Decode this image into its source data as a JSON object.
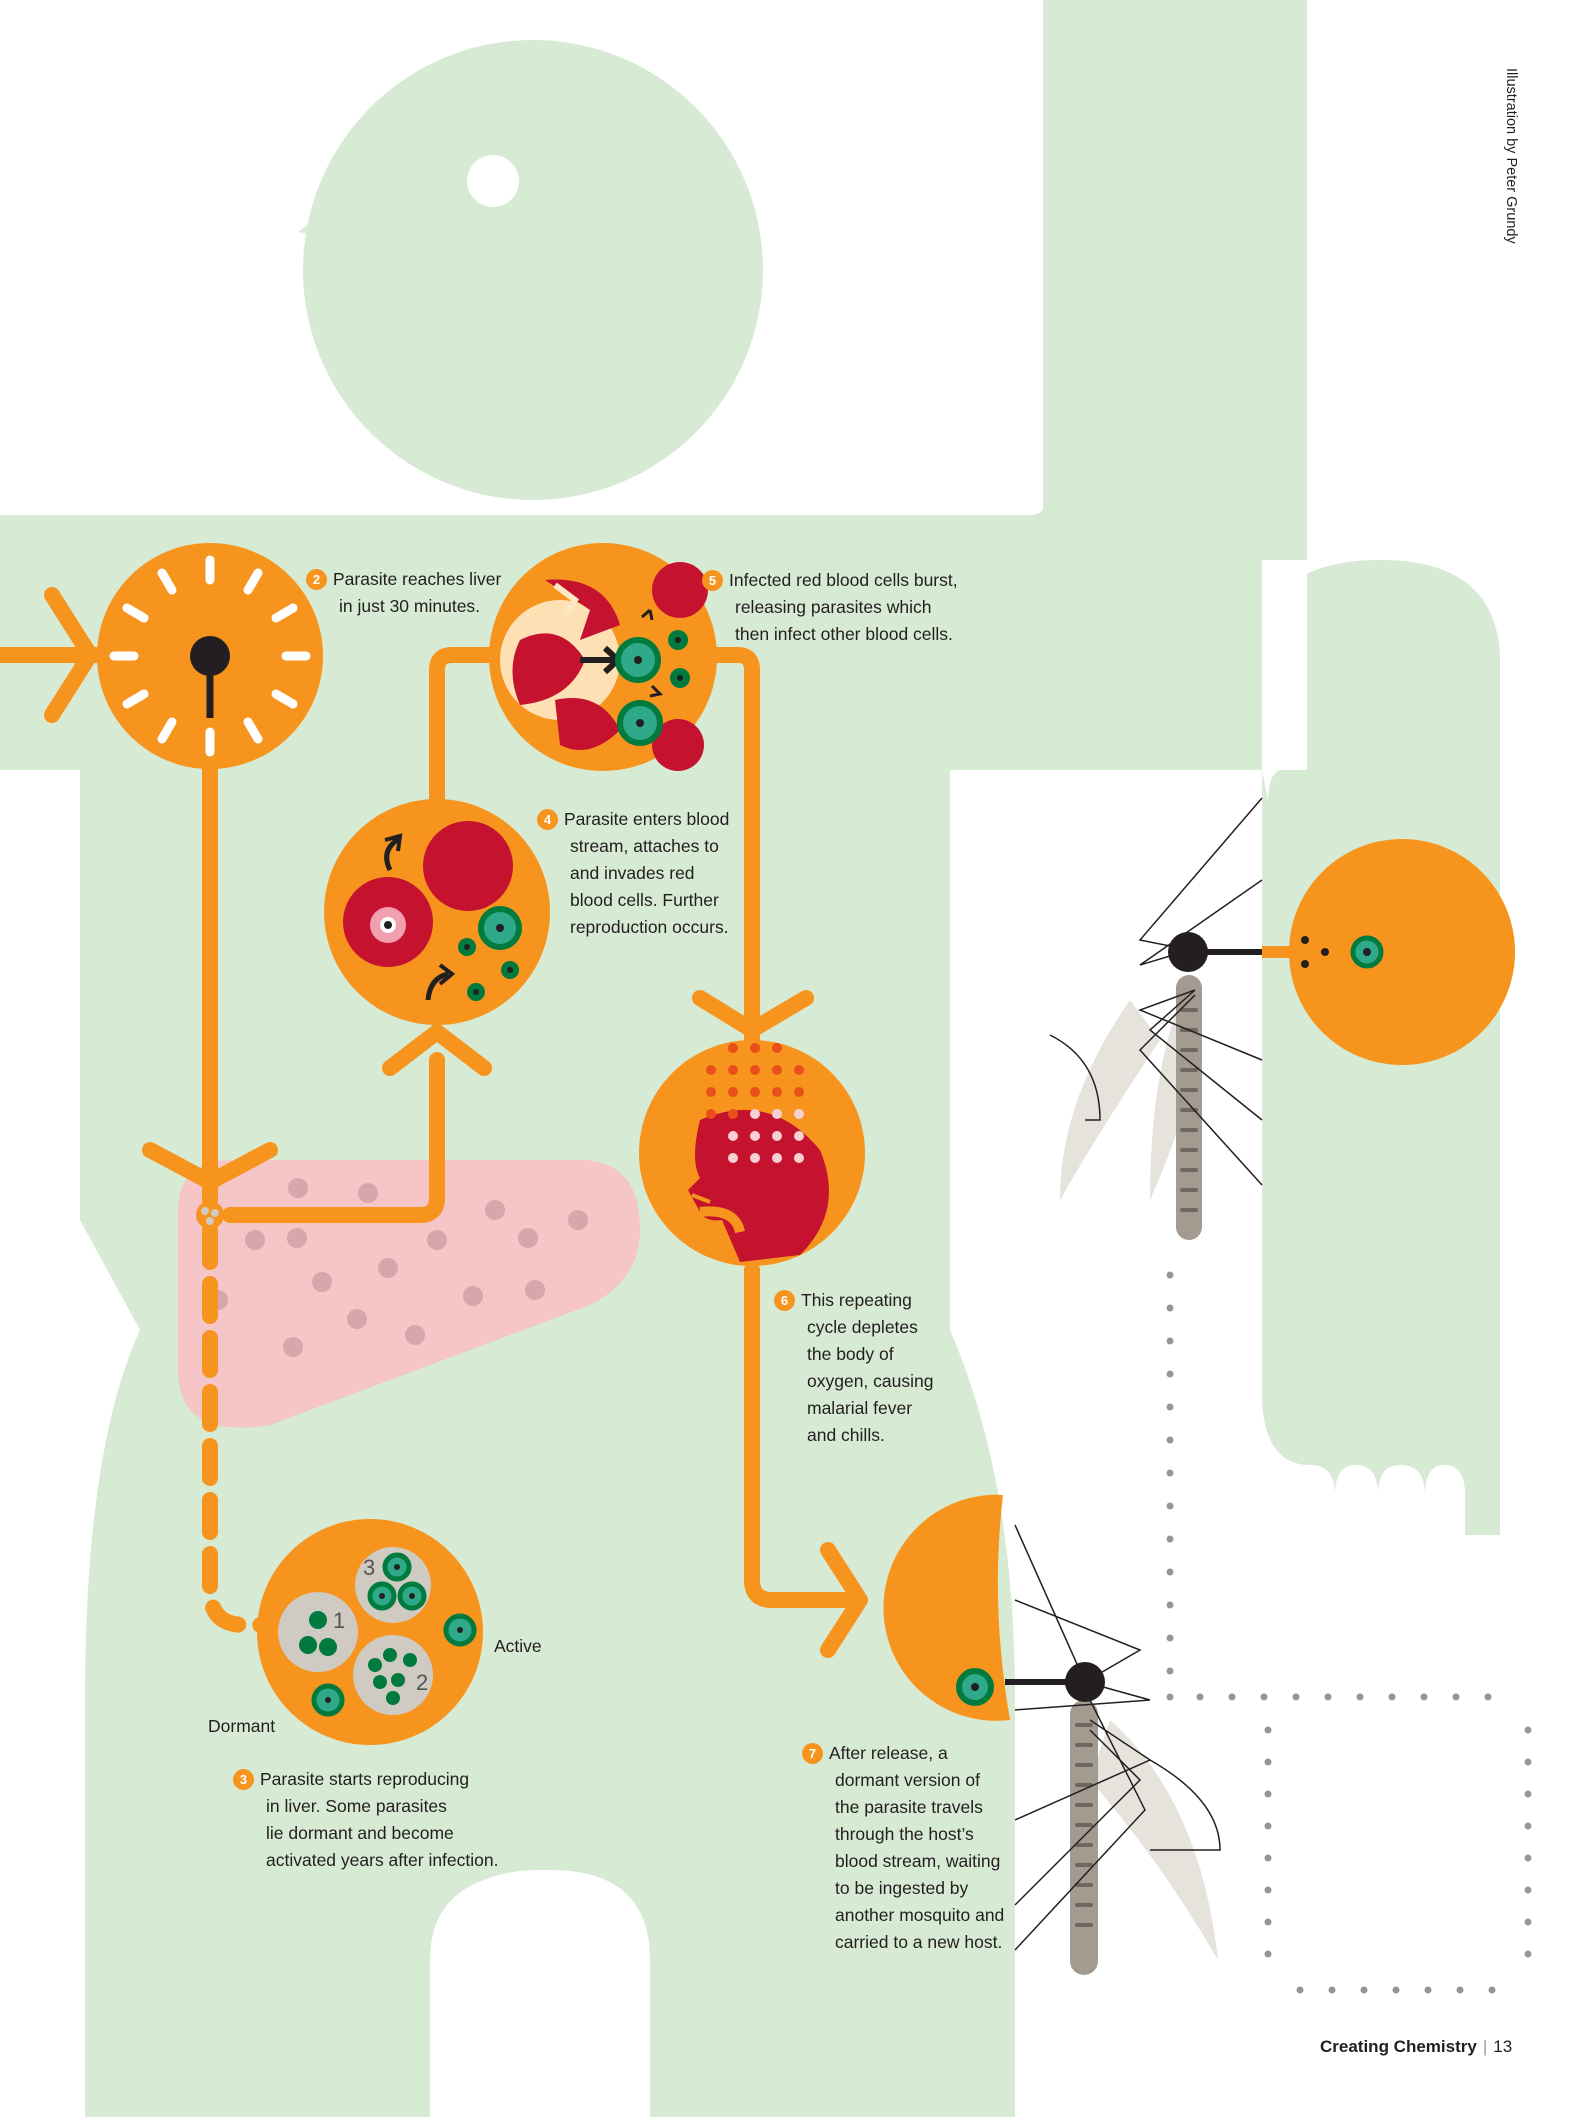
{
  "credit": "Illustration by Peter Grundy",
  "footer": {
    "publication": "Creating Chemistry",
    "separator": "|",
    "page_number": "13"
  },
  "steps": [
    {
      "number": "2",
      "lines": [
        "Parasite reaches liver",
        "in just 30 minutes."
      ]
    },
    {
      "number": "3",
      "lines": [
        "Parasite starts reproducing",
        "in liver. Some parasites",
        "lie dormant and become",
        "activated years after infection."
      ]
    },
    {
      "number": "4",
      "lines": [
        "Parasite enters blood",
        "stream, attaches to",
        "and invades red",
        "blood cells. Further",
        "reproduction occurs."
      ]
    },
    {
      "number": "5",
      "lines": [
        "Infected red blood cells burst,",
        "releasing parasites which",
        "then infect other blood cells."
      ]
    },
    {
      "number": "6",
      "lines": [
        "This repeating",
        "cycle depletes",
        "the body of",
        "oxygen, causing",
        "malarial fever",
        "and chills."
      ]
    },
    {
      "number": "7",
      "lines": [
        "After release, a",
        "dormant version of",
        "the parasite travels",
        "through the host’s",
        "blood stream, waiting",
        "to be ingested by",
        "another mosquito and",
        "carried to a new host."
      ]
    }
  ],
  "labels": {
    "dormant": "Dormant",
    "active": "Active"
  },
  "liver_cluster_numbers": [
    "1",
    "2",
    "3"
  ],
  "colors": {
    "body": "#d6ead4",
    "orange": "#f7941d",
    "red": "#c4122f",
    "liver": "#f6c5c7",
    "teal": "#2eaa8a",
    "dark_green": "#007a3d",
    "grey": "#cfcac2",
    "black": "#231f20"
  }
}
